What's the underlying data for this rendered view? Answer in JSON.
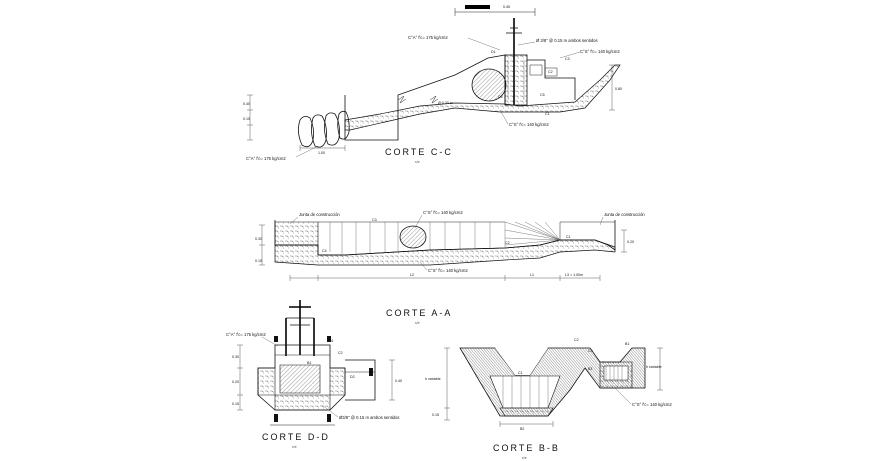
{
  "sections": {
    "cc": {
      "title": "CORTE   C-C",
      "scale": "s/e",
      "labels": {
        "top_conc": "C°A° f'c= 175 kg/cm2",
        "rebar": "Ø 3/8\" @ 0.15 m ambos sentidos",
        "right_conc": "C°S° f'c= 140 kg/cm2",
        "bottom_conc": "C°S° f'c= 140 kg/cm2",
        "left_conc": "C°A° f'c= 175 kg/cm2",
        "pipe": "Ø 0.20 m",
        "c1": "C1",
        "c2": "C2",
        "c3": "C3",
        "c4": "C4",
        "c5": "C5",
        "d1": "D1",
        "dim_top": "0.40",
        "dim_a": "0.40",
        "dim_b": "0.15",
        "dim_c": "0.80",
        "dim_d": "0.20",
        "dim_len": "1.00",
        "dim_bar": "0.45"
      }
    },
    "aa": {
      "title": "CORTE     A-A",
      "scale": "s/e",
      "labels": {
        "joint_left": "Junta de construcción",
        "joint_right": "Junta de construcción",
        "conc_top": "C°S° f'c= 140 kg/cm2",
        "conc_bottom": "C°S° f'c= 140 kg/cm2",
        "c1": "C1",
        "c2": "C2",
        "c3": "C3",
        "c4": "C4",
        "l1": "L1",
        "l2": "L2",
        "l3": "L3 = 1.00m",
        "dim_left_a": "0.30",
        "dim_left_b": "0.15",
        "dim_right": "0.20"
      }
    },
    "dd": {
      "title": "CORTE   D-D",
      "scale": "s/e",
      "labels": {
        "top_conc": "C°A° f'c= 175 kg/cm2",
        "rebar": "Ø3/8\" @ 0.15 m ambos sentidos",
        "b1": "B1",
        "c2": "C2",
        "d1": "D1",
        "d2": "D2",
        "dim_a": "0.30",
        "dim_b": "0.20",
        "dim_c": "0.15",
        "dim_d": "0.40",
        "dim_e": "0.15"
      }
    },
    "bb": {
      "title": "CORTE   B-B",
      "scale": "s/e",
      "labels": {
        "conc": "C°S° f'c= 140 kg/cm2",
        "variable_left": "h variable",
        "variable_right": "h variable",
        "b1": "B1",
        "b2": "B2",
        "b3": "B3",
        "c1": "C1",
        "c2": "C2",
        "c3": "C3",
        "dim_a": "0.15",
        "dim_b": "0.15"
      }
    }
  },
  "colors": {
    "line": "#111111",
    "paper": "#ffffff",
    "hatch": "#444444"
  }
}
